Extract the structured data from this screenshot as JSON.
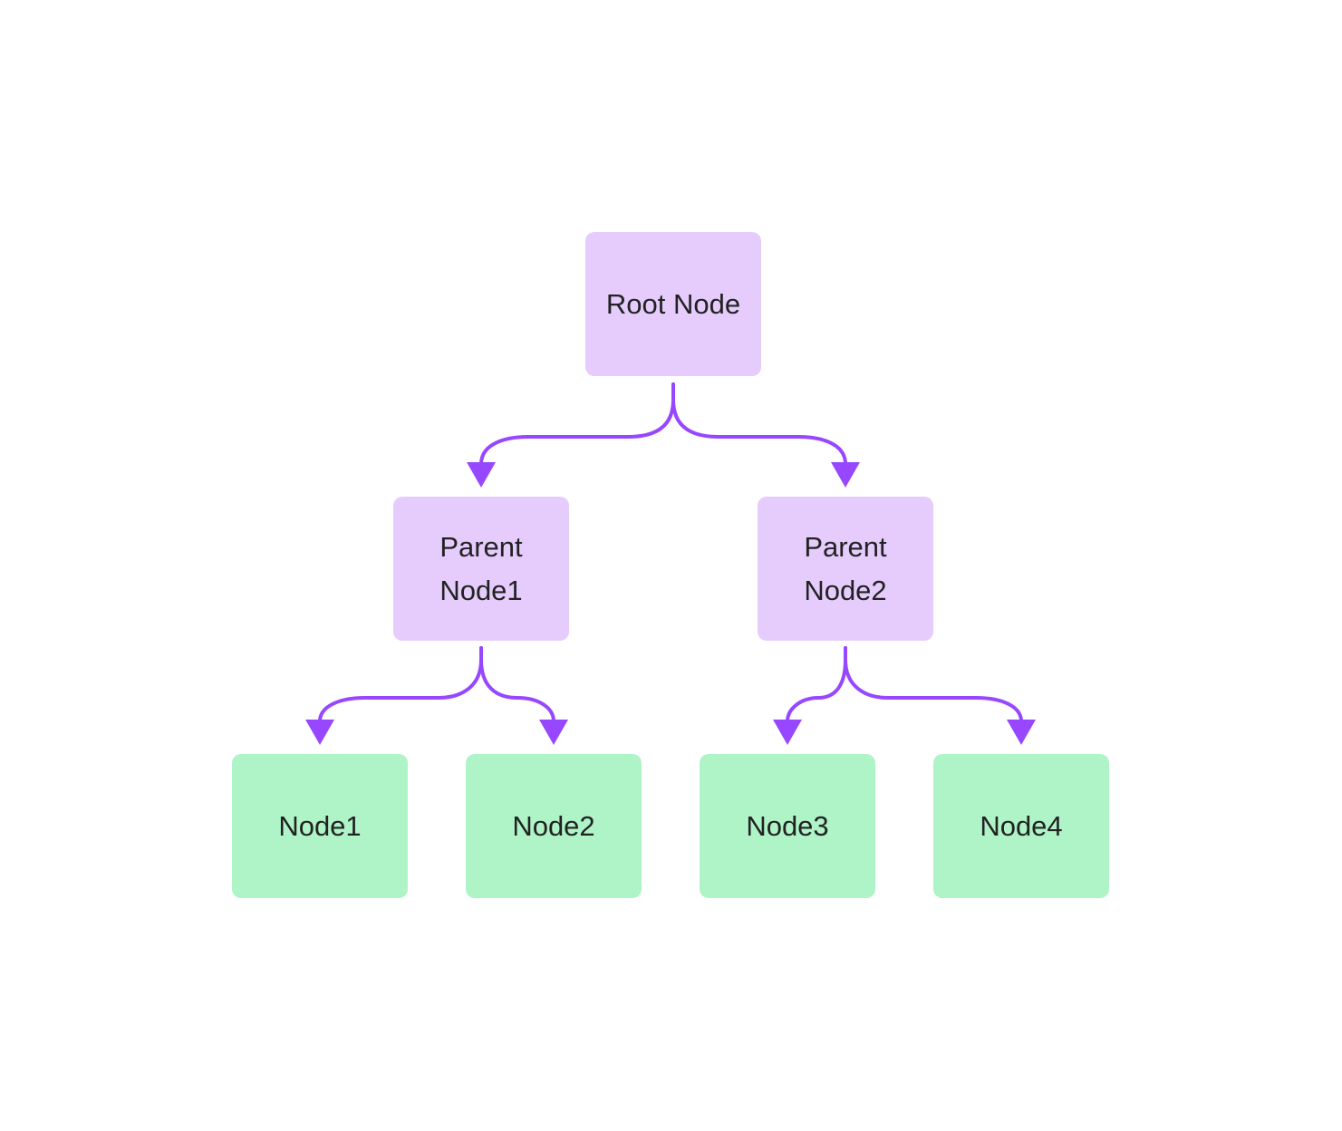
{
  "colors": {
    "parent_fill": "#E6CCFD",
    "leaf_fill": "#AFF4C7",
    "edge": "#9747FF",
    "text": "#222222"
  },
  "nodes": {
    "root": {
      "label": "Root Node"
    },
    "parent1": {
      "label": "Parent\nNode1"
    },
    "parent2": {
      "label": "Parent\nNode2"
    },
    "leaf1": {
      "label": "Node1"
    },
    "leaf2": {
      "label": "Node2"
    },
    "leaf3": {
      "label": "Node3"
    },
    "leaf4": {
      "label": "Node4"
    }
  },
  "edges": [
    {
      "from": "root",
      "to": "parent1"
    },
    {
      "from": "root",
      "to": "parent2"
    },
    {
      "from": "parent1",
      "to": "leaf1"
    },
    {
      "from": "parent1",
      "to": "leaf2"
    },
    {
      "from": "parent2",
      "to": "leaf3"
    },
    {
      "from": "parent2",
      "to": "leaf4"
    }
  ]
}
